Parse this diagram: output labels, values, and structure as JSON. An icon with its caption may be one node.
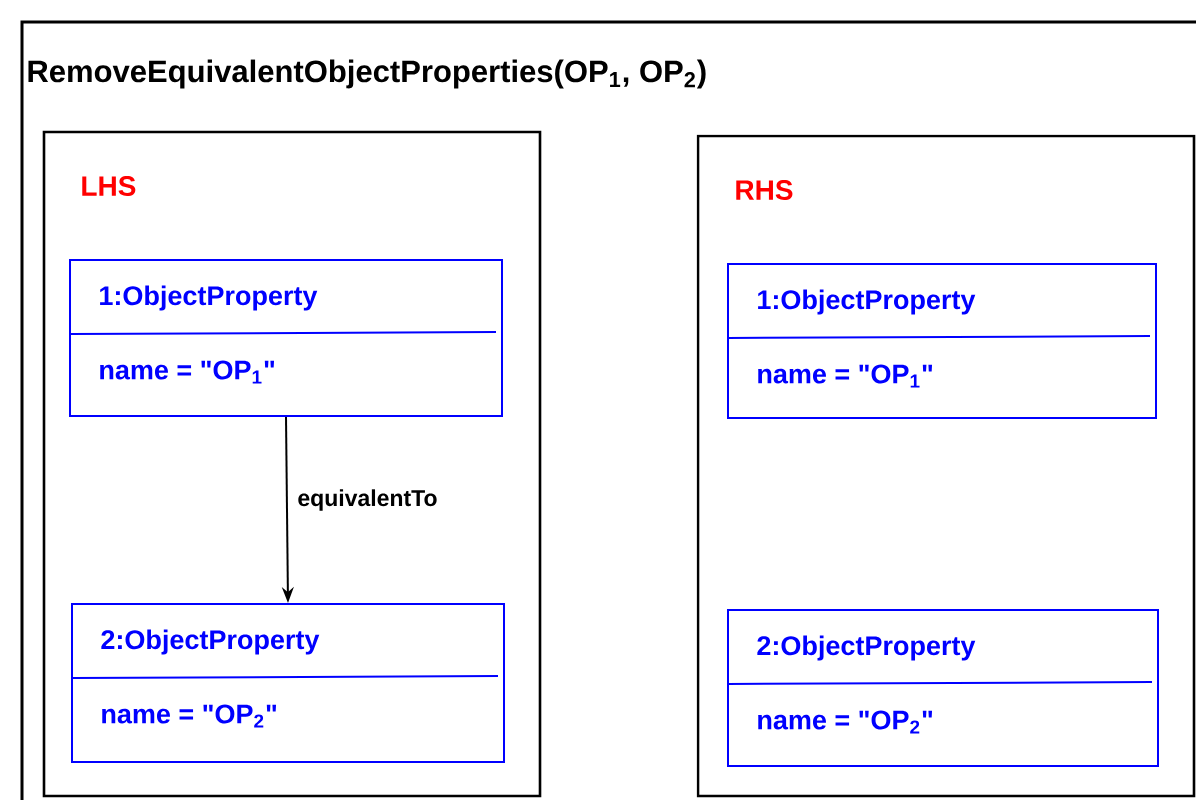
{
  "diagram": {
    "nodes": [
      {
        "text": [
          "RemoveEquivalentObjectProperties(OP$_{1}$, OP$_{2}$)"
        ]
      },
      {
        "text": [
          "LHS"
        ],
        "in": 0
      },
      {
        "text": [
          "RHS"
        ],
        "in": 0
      },
      {
        "text": [
          "1:ObjectProperty",
          "name = \"OP$_{1}$\""
        ],
        "in": 1
      },
      {
        "text": [
          "2:ObjectProperty",
          "name = \"OP$_{2}$\""
        ],
        "in": 1
      },
      {
        "text": [
          "1:ObjectProperty",
          "name = \"OP$_{1}$\""
        ],
        "in": 2
      },
      {
        "text": [
          "2:ObjectProperty",
          "name = \"OP$_{2}$\""
        ],
        "in": 2
      }
    ],
    "edges": [
      {
        "from": 3,
        "to": 4,
        "arrow": "to",
        "label": "equivalentTo"
      }
    ]
  }
}
